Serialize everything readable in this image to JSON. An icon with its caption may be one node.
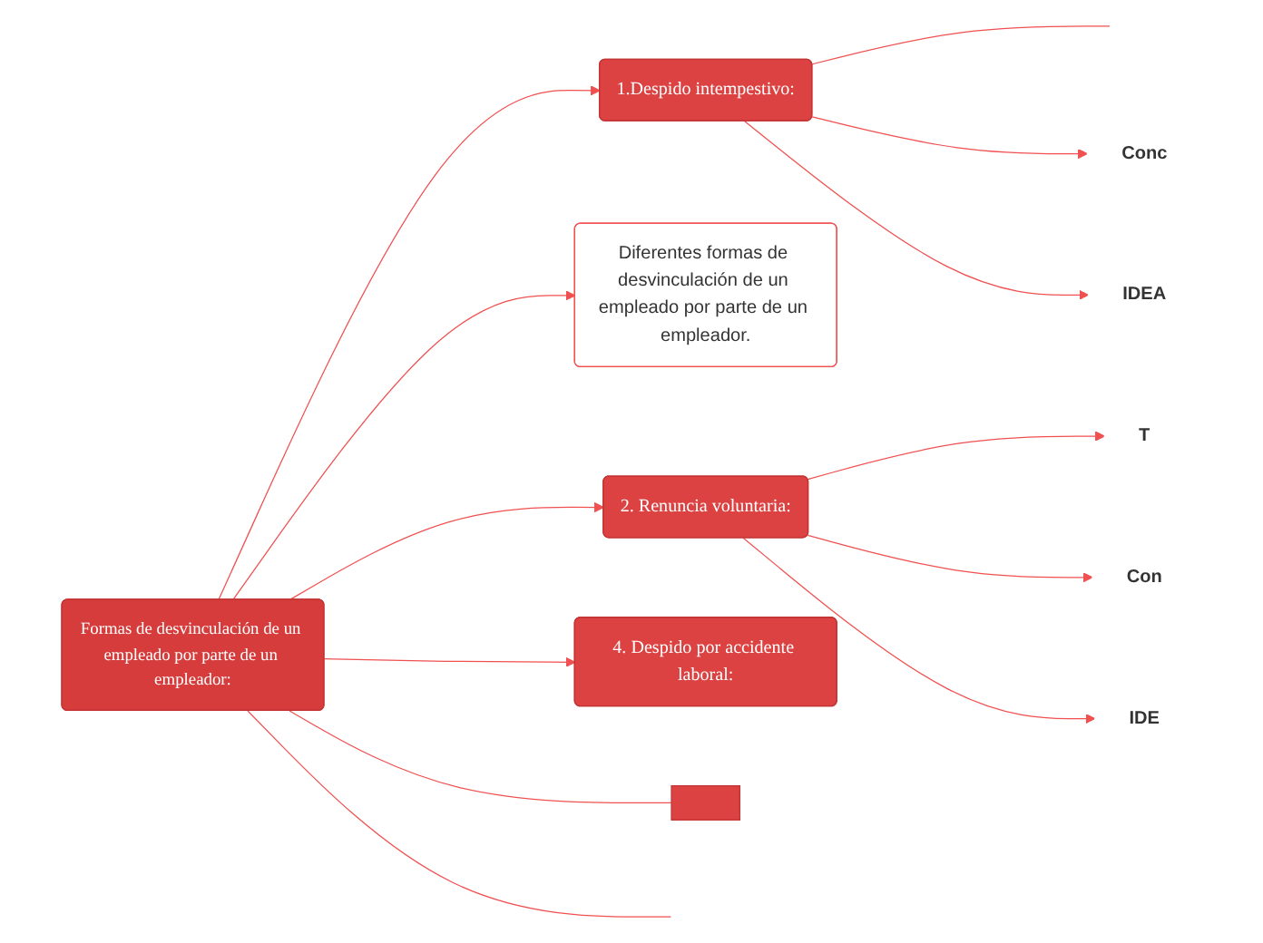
{
  "diagram": {
    "nodes": [
      {
        "text": [
          "Formas de desvinculación de un empleado por parte de un empleador:"
        ]
      },
      {
        "text": [
          "1.Despido intempestivo:"
        ]
      },
      {
        "text": [
          "Diferentes formas de desvinculación de un empleado por parte de un empleador."
        ]
      },
      {
        "text": [
          "2. Renuncia voluntaria:"
        ]
      },
      {
        "text": [
          "4. Despido por accidente laboral:"
        ]
      },
      {
        "text": [],
        "shape": "box"
      },
      {
        "text": [
          "Conc"
        ]
      },
      {
        "text": [
          "IDEA"
        ]
      },
      {
        "text": [
          "T"
        ]
      },
      {
        "text": [
          "Con"
        ]
      },
      {
        "text": [
          "IDE"
        ]
      }
    ],
    "edges": [
      {
        "from": 0,
        "to": 1,
        "arrow": "to"
      },
      {
        "from": 0,
        "to": 2,
        "arrow": "to"
      },
      {
        "from": 0,
        "to": 3,
        "arrow": "to"
      },
      {
        "from": 0,
        "to": 4,
        "arrow": "to"
      },
      {
        "from": 0,
        "to": 5,
        "arrow": "none"
      },
      {
        "from": 0,
        "to": null,
        "arrow": "none"
      },
      {
        "from": 1,
        "to": null,
        "arrow": "none"
      },
      {
        "from": 1,
        "to": 6,
        "arrow": "to"
      },
      {
        "from": 1,
        "to": 7,
        "arrow": "to"
      },
      {
        "from": 3,
        "to": 8,
        "arrow": "to"
      },
      {
        "from": 3,
        "to": 9,
        "arrow": "to"
      },
      {
        "from": 3,
        "to": 10,
        "arrow": "to"
      }
    ]
  }
}
